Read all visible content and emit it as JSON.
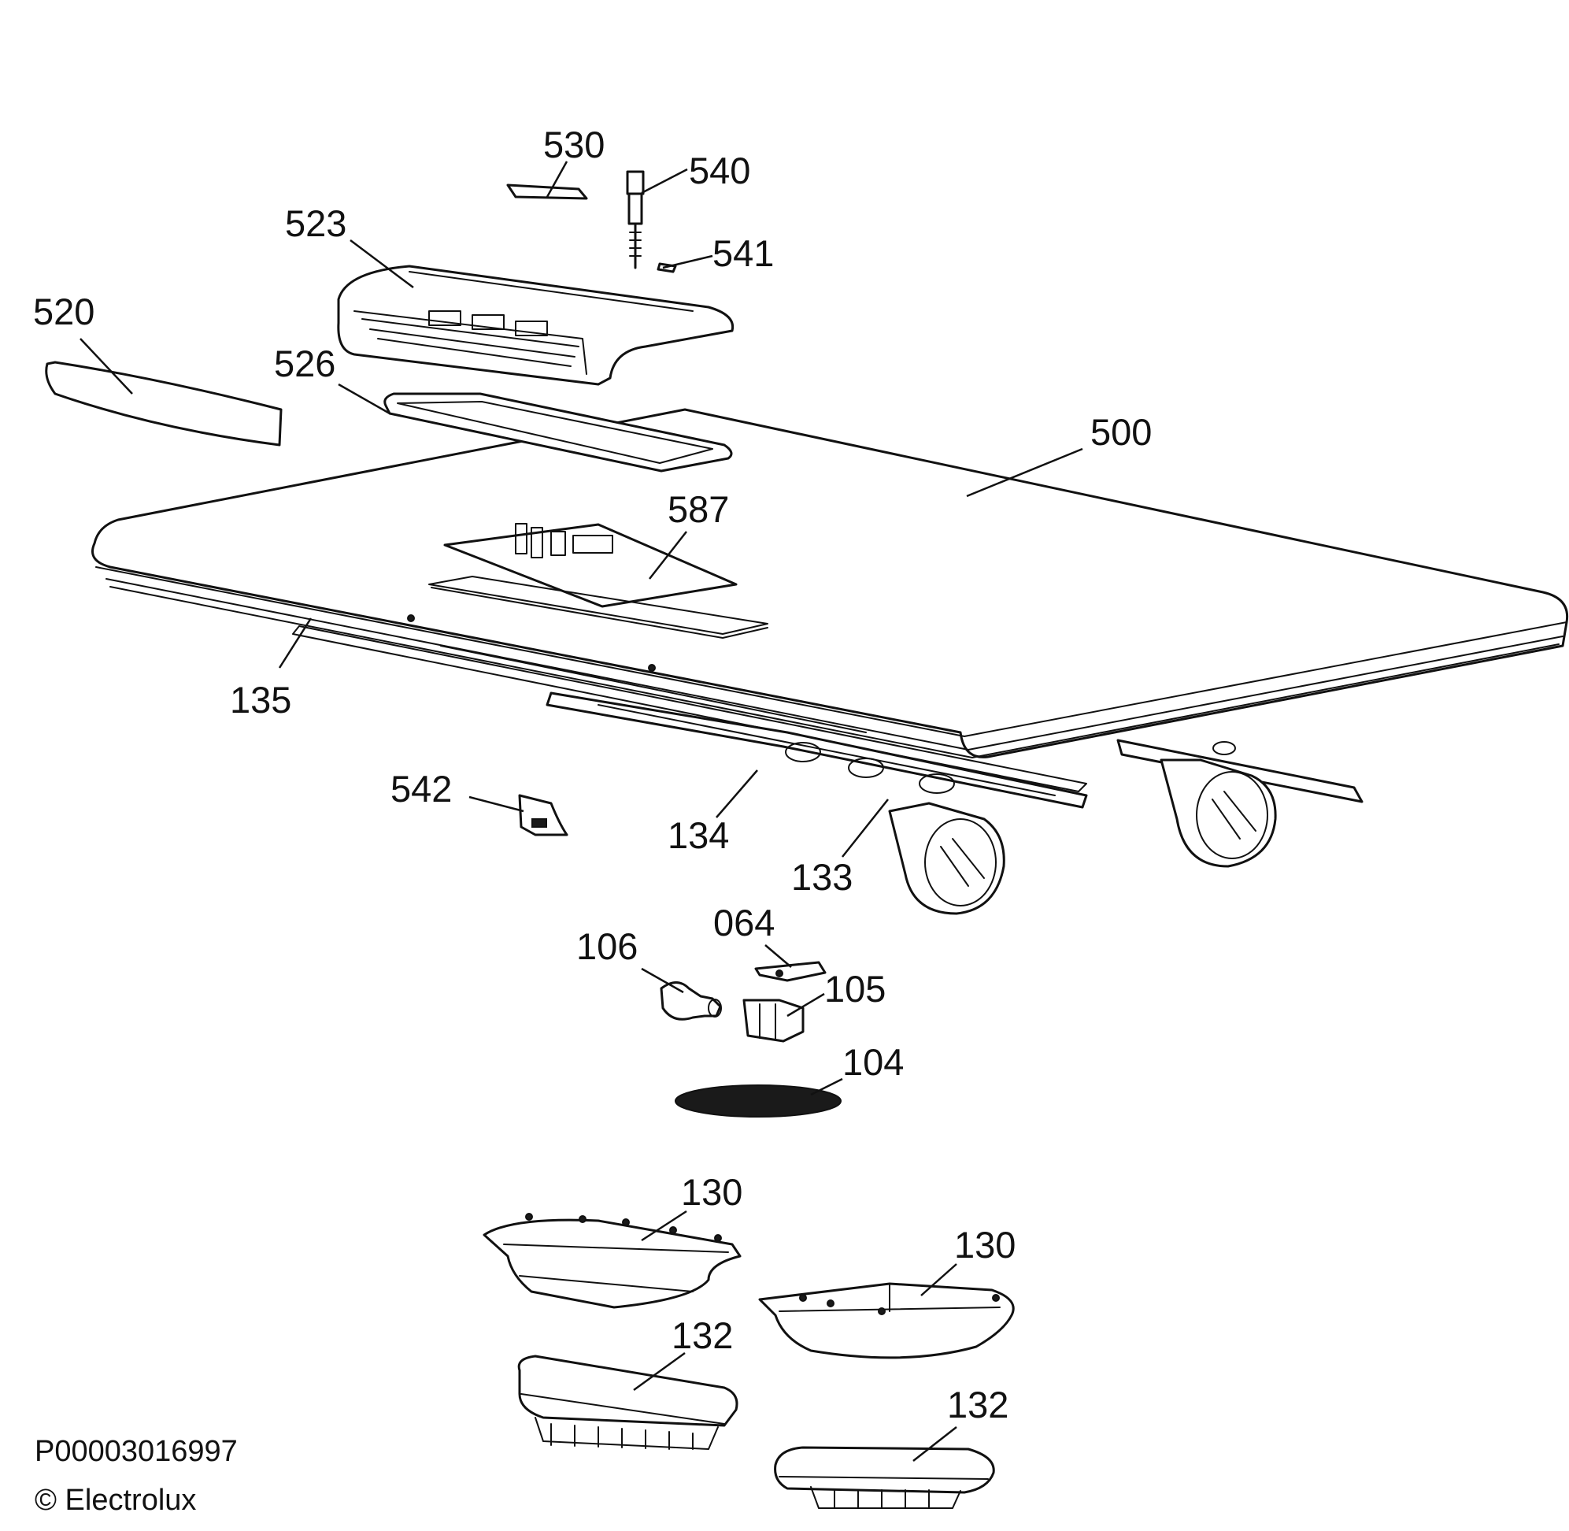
{
  "diagram": {
    "doc_code": "P00003016997",
    "copyright": "© Electrolux",
    "callouts": [
      {
        "id": "530",
        "label": "530"
      },
      {
        "id": "540",
        "label": "540"
      },
      {
        "id": "523",
        "label": "523"
      },
      {
        "id": "541",
        "label": "541"
      },
      {
        "id": "520",
        "label": "520"
      },
      {
        "id": "526",
        "label": "526"
      },
      {
        "id": "500",
        "label": "500"
      },
      {
        "id": "587",
        "label": "587"
      },
      {
        "id": "135",
        "label": "135"
      },
      {
        "id": "542",
        "label": "542"
      },
      {
        "id": "134",
        "label": "134"
      },
      {
        "id": "133",
        "label": "133"
      },
      {
        "id": "064",
        "label": "064"
      },
      {
        "id": "106",
        "label": "106"
      },
      {
        "id": "105",
        "label": "105"
      },
      {
        "id": "104",
        "label": "104"
      },
      {
        "id": "130a",
        "label": "130"
      },
      {
        "id": "130b",
        "label": "130"
      },
      {
        "id": "132a",
        "label": "132"
      },
      {
        "id": "132b",
        "label": "132"
      }
    ]
  }
}
